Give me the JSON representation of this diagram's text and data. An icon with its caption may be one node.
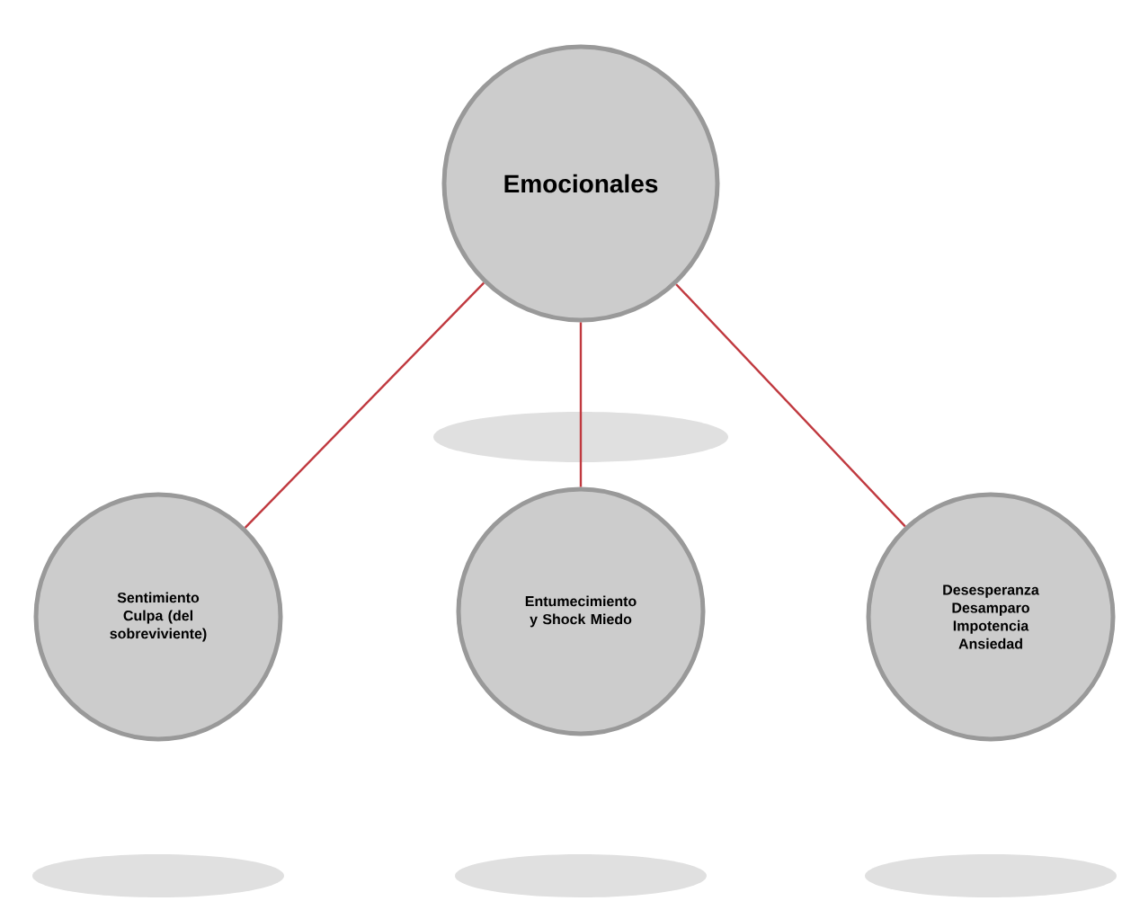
{
  "diagram": {
    "nodes": [
      {
        "text": [
          "Emocionales"
        ]
      },
      {
        "text": [
          "Sentimiento Culpa (del sobreviviente)"
        ]
      },
      {
        "text": [
          "Entumecimiento y Shock Miedo"
        ]
      },
      {
        "text": [
          "Desesperanza Desamparo Impotencia Ansiedad"
        ]
      }
    ],
    "edges": [
      {
        "from": 0,
        "to": 1,
        "arrow": "none"
      },
      {
        "from": 0,
        "to": 2,
        "arrow": "none"
      },
      {
        "from": 0,
        "to": 3,
        "arrow": "none"
      }
    ]
  }
}
